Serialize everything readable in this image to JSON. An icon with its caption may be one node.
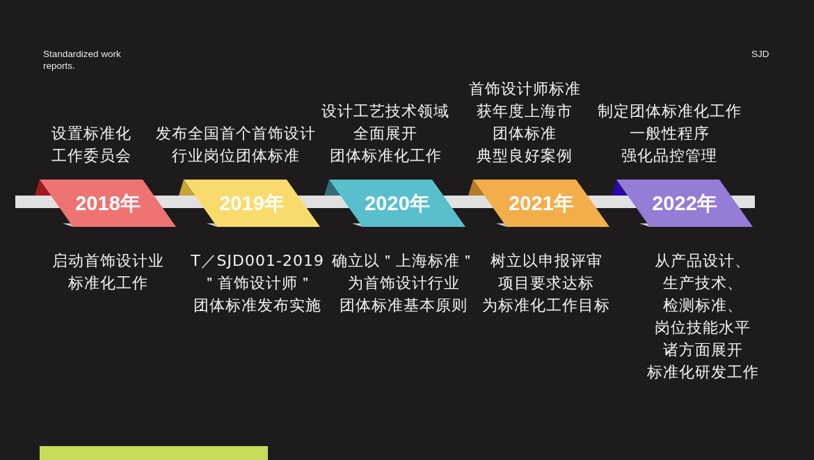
{
  "diagram": {
    "nodes": [
      {
        "text": [
          "2018年"
        ],
        "beside": [
          "设置标准化工作委员会",
          "启动首饰设计业标准化工作"
        ]
      },
      {
        "text": [
          "2019年"
        ],
        "beside": [
          "发布全国首个首饰设计行业岗位团体标准",
          "T／SJD001-2019＂首饰设计师＂团体标准发布实施"
        ]
      },
      {
        "text": [
          "2020年"
        ],
        "beside": [
          "设计工艺技术领域全面展开团体标准化工作",
          "确立以＂上海标准＂为首饰设计行业团体标准基本原则"
        ]
      },
      {
        "text": [
          "2021年"
        ],
        "beside": [
          "首饰设计师标准获年度上海市团体标准典型良好案例",
          "树立以申报评审项目要求达标为标准化工作目标"
        ]
      },
      {
        "text": [
          "2022年"
        ],
        "beside": [
          "制定团体标准化工作一般性程序强化品控管理",
          "从产品设计、生产技术、检测标准、岗位技能水平诸方面展开标准化研发工作"
        ]
      }
    ],
    "edges": [
      {
        "from": null,
        "to": 0,
        "arrow": "none"
      },
      {
        "from": 0,
        "to": 1,
        "arrow": "none"
      },
      {
        "from": 1,
        "to": 2,
        "arrow": "none"
      },
      {
        "from": 2,
        "to": 3,
        "arrow": "none"
      },
      {
        "from": 3,
        "to": 4,
        "arrow": "none"
      },
      {
        "from": 4,
        "to": null,
        "arrow": "none"
      }
    ],
    "labels": [
      "Standardized work reports.",
      "SJD"
    ]
  }
}
